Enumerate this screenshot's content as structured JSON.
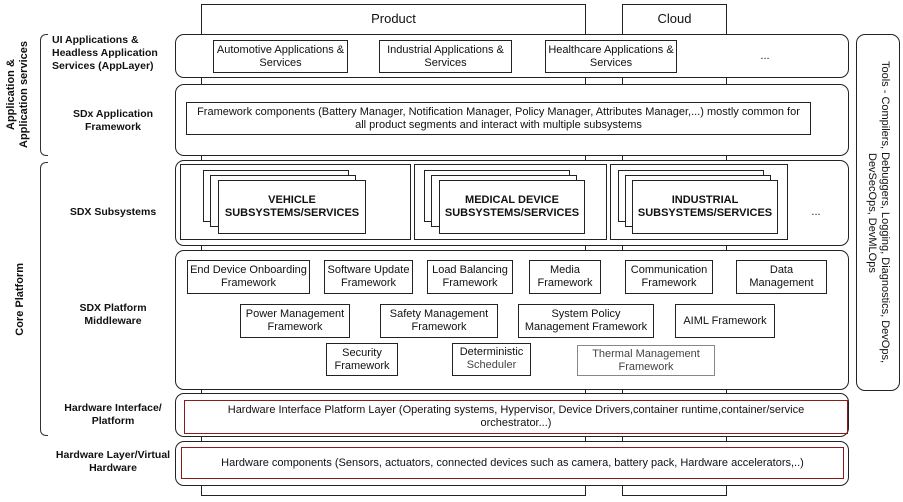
{
  "headers": {
    "product": "Product",
    "cloud": "Cloud"
  },
  "groups": {
    "application_services": "Application & Application services",
    "core_platform": "Core Platform"
  },
  "layers": {
    "app_layer": "UI Applications & Headless Application Services (AppLayer)",
    "app_framework": "SDx Application Framework",
    "subsystems": "SDX Subsystems",
    "middleware": "SDX Platform Middleware",
    "hw_interface": "Hardware Interface/ Platform",
    "hw_layer": "Hardware Layer/Virtual Hardware"
  },
  "applications": [
    "Automotive Applications & Services",
    "Industrial Applications & Services",
    "Healthcare Applications & Services",
    "..."
  ],
  "framework_text": "Framework components (Battery Manager, Notification Manager, Policy Manager, Attributes Manager,...) mostly common for all product segments and interact with multiple subsystems",
  "subsystems": [
    "VEHICLE SUBSYSTEMS/SERVICES",
    "MEDICAL DEVICE SUBSYSTEMS/SERVICES",
    "INDUSTRIAL SUBSYSTEMS/SERVICES",
    "..."
  ],
  "middleware": {
    "end_device": "End Device Onboarding Framework",
    "software_update": "Software Update Framework",
    "load_balancing": "Load Balancing Framework",
    "media": "Media Framework",
    "communication": "Communication Framework",
    "data_management": "Data Management",
    "power_management": "Power Management Framework",
    "safety_management": "Safety Management Framework",
    "system_policy": "System Policy Management Framework",
    "aiml": "AIML Framework",
    "security": "Security Framework",
    "deterministic_title": "Deterministic",
    "deterministic_sub": "Scheduler",
    "thermal": "Thermal Management Framework"
  },
  "hw_interface_text": "Hardware Interface Platform Layer (Operating systems, Hypervisor, Device Drivers,container runtime,container/service orchestrator...)",
  "hw_layer_text": "Hardware components (Sensors, actuators, connected devices such as camera, battery pack, Hardware accelerators,..)",
  "tools_text": "Tools - Compilers, Debuggers, Logging, Diagnostics, DevOps, DevSecOps, DevMLOps"
}
